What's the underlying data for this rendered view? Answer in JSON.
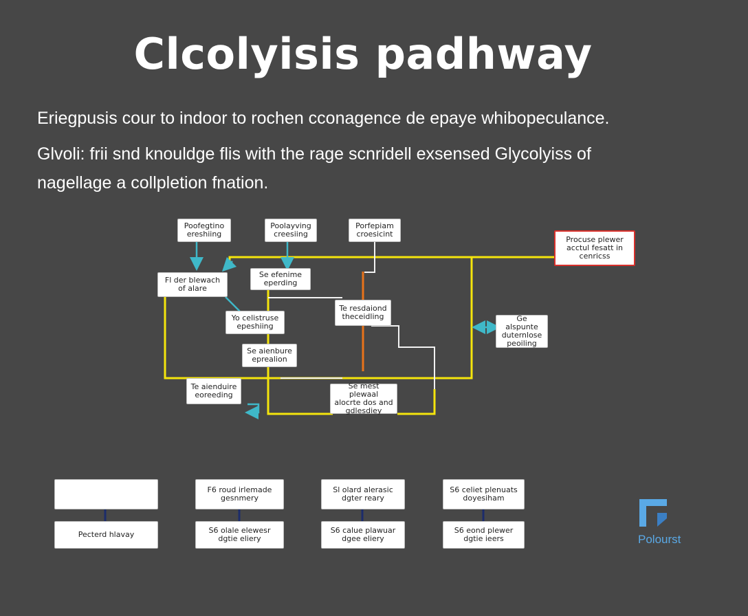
{
  "header": {
    "title": "Clcolyisis padhway"
  },
  "intro": {
    "line1": "Eriegpusis cour to indoor to rochen cconagence de epaye whibopeculance.",
    "line2": "Glvoli: frii snd knouldge flis with the rage scnridell exsensed Glycolyiss of",
    "line3": "nagellage a collpletion fnation."
  },
  "diagram": {
    "top_boxes": [
      "Poofegtino\nereshiing",
      "Poolayving\ncreesiing",
      "Porfepiam\ncroesicint"
    ],
    "right_box": "Procuse plewer\nacctul fesatt in\ncenricss",
    "nodes": {
      "left_box": "Fl der blewach\nof alare",
      "mid_top": "Se efenime\neperding",
      "center_small": "Yo celistruse\nepeshiing",
      "center_low": "Se aienbure\neprealion",
      "bottom_left": "Te aienduire\neoreeding",
      "center_right": "Te resdaiond\ntheceidling",
      "bottom_center": "Se mest plewaal\nalocrte dos and\ngdlesdiey",
      "right_mid": "Ge alspunte\nduternlose\npeoiling"
    },
    "colors": {
      "yellow": "#f5e50c",
      "orange": "#e8731a",
      "teal": "#3fb8c8",
      "white": "#f2f2f2",
      "navy": "#1c2c6b"
    }
  },
  "bottom_row": {
    "top": [
      "",
      "F6 roud irlemade\ngesnmery",
      "Sl olard alerasic\ndgter reary",
      "S6 celiet plenuats\ndoyesiham"
    ],
    "bottom": [
      "Pecterd hlavay",
      "S6 olale elewesr\ndgtie eliery",
      "S6 calue plawuar\ndgee eliery",
      "S6 eond plewer\ndgtie ieers"
    ]
  },
  "logo": {
    "text": "Polourst",
    "icon": "brand-logo-icon",
    "color": "#5aa9e6"
  }
}
